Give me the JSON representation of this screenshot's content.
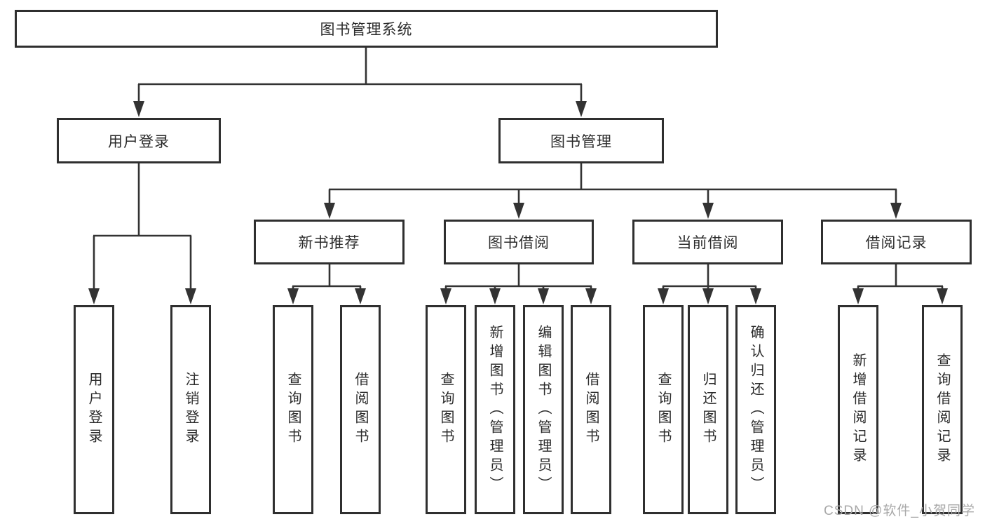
{
  "colors": {
    "line": "#333333",
    "box_border": "#2f2f2f",
    "box_fill": "#ffffff",
    "text": "#2b2b2b",
    "watermark_text_color": "#a9a9a9"
  },
  "watermark": {
    "text": "CSDN @软件_小贺同学"
  },
  "tree": {
    "root": {
      "label": "图书管理系统",
      "children": [
        {
          "label": "用户登录",
          "children": [
            {
              "label": "用户登录"
            },
            {
              "label": "注销登录"
            }
          ]
        },
        {
          "label": "图书管理",
          "children": [
            {
              "label": "新书推荐",
              "children": [
                {
                  "label": "查询图书"
                },
                {
                  "label": "借阅图书"
                }
              ]
            },
            {
              "label": "图书借阅",
              "children": [
                {
                  "label": "查询图书"
                },
                {
                  "label": "新增图书（管理员）"
                },
                {
                  "label": "编辑图书（管理员）"
                },
                {
                  "label": "借阅图书"
                }
              ]
            },
            {
              "label": "当前借阅",
              "children": [
                {
                  "label": "查询图书"
                },
                {
                  "label": "归还图书"
                },
                {
                  "label": "确认归还（管理员）"
                }
              ]
            },
            {
              "label": "借阅记录",
              "children": [
                {
                  "label": "新增借阅记录"
                },
                {
                  "label": "查询借阅记录"
                }
              ]
            }
          ]
        }
      ]
    }
  }
}
